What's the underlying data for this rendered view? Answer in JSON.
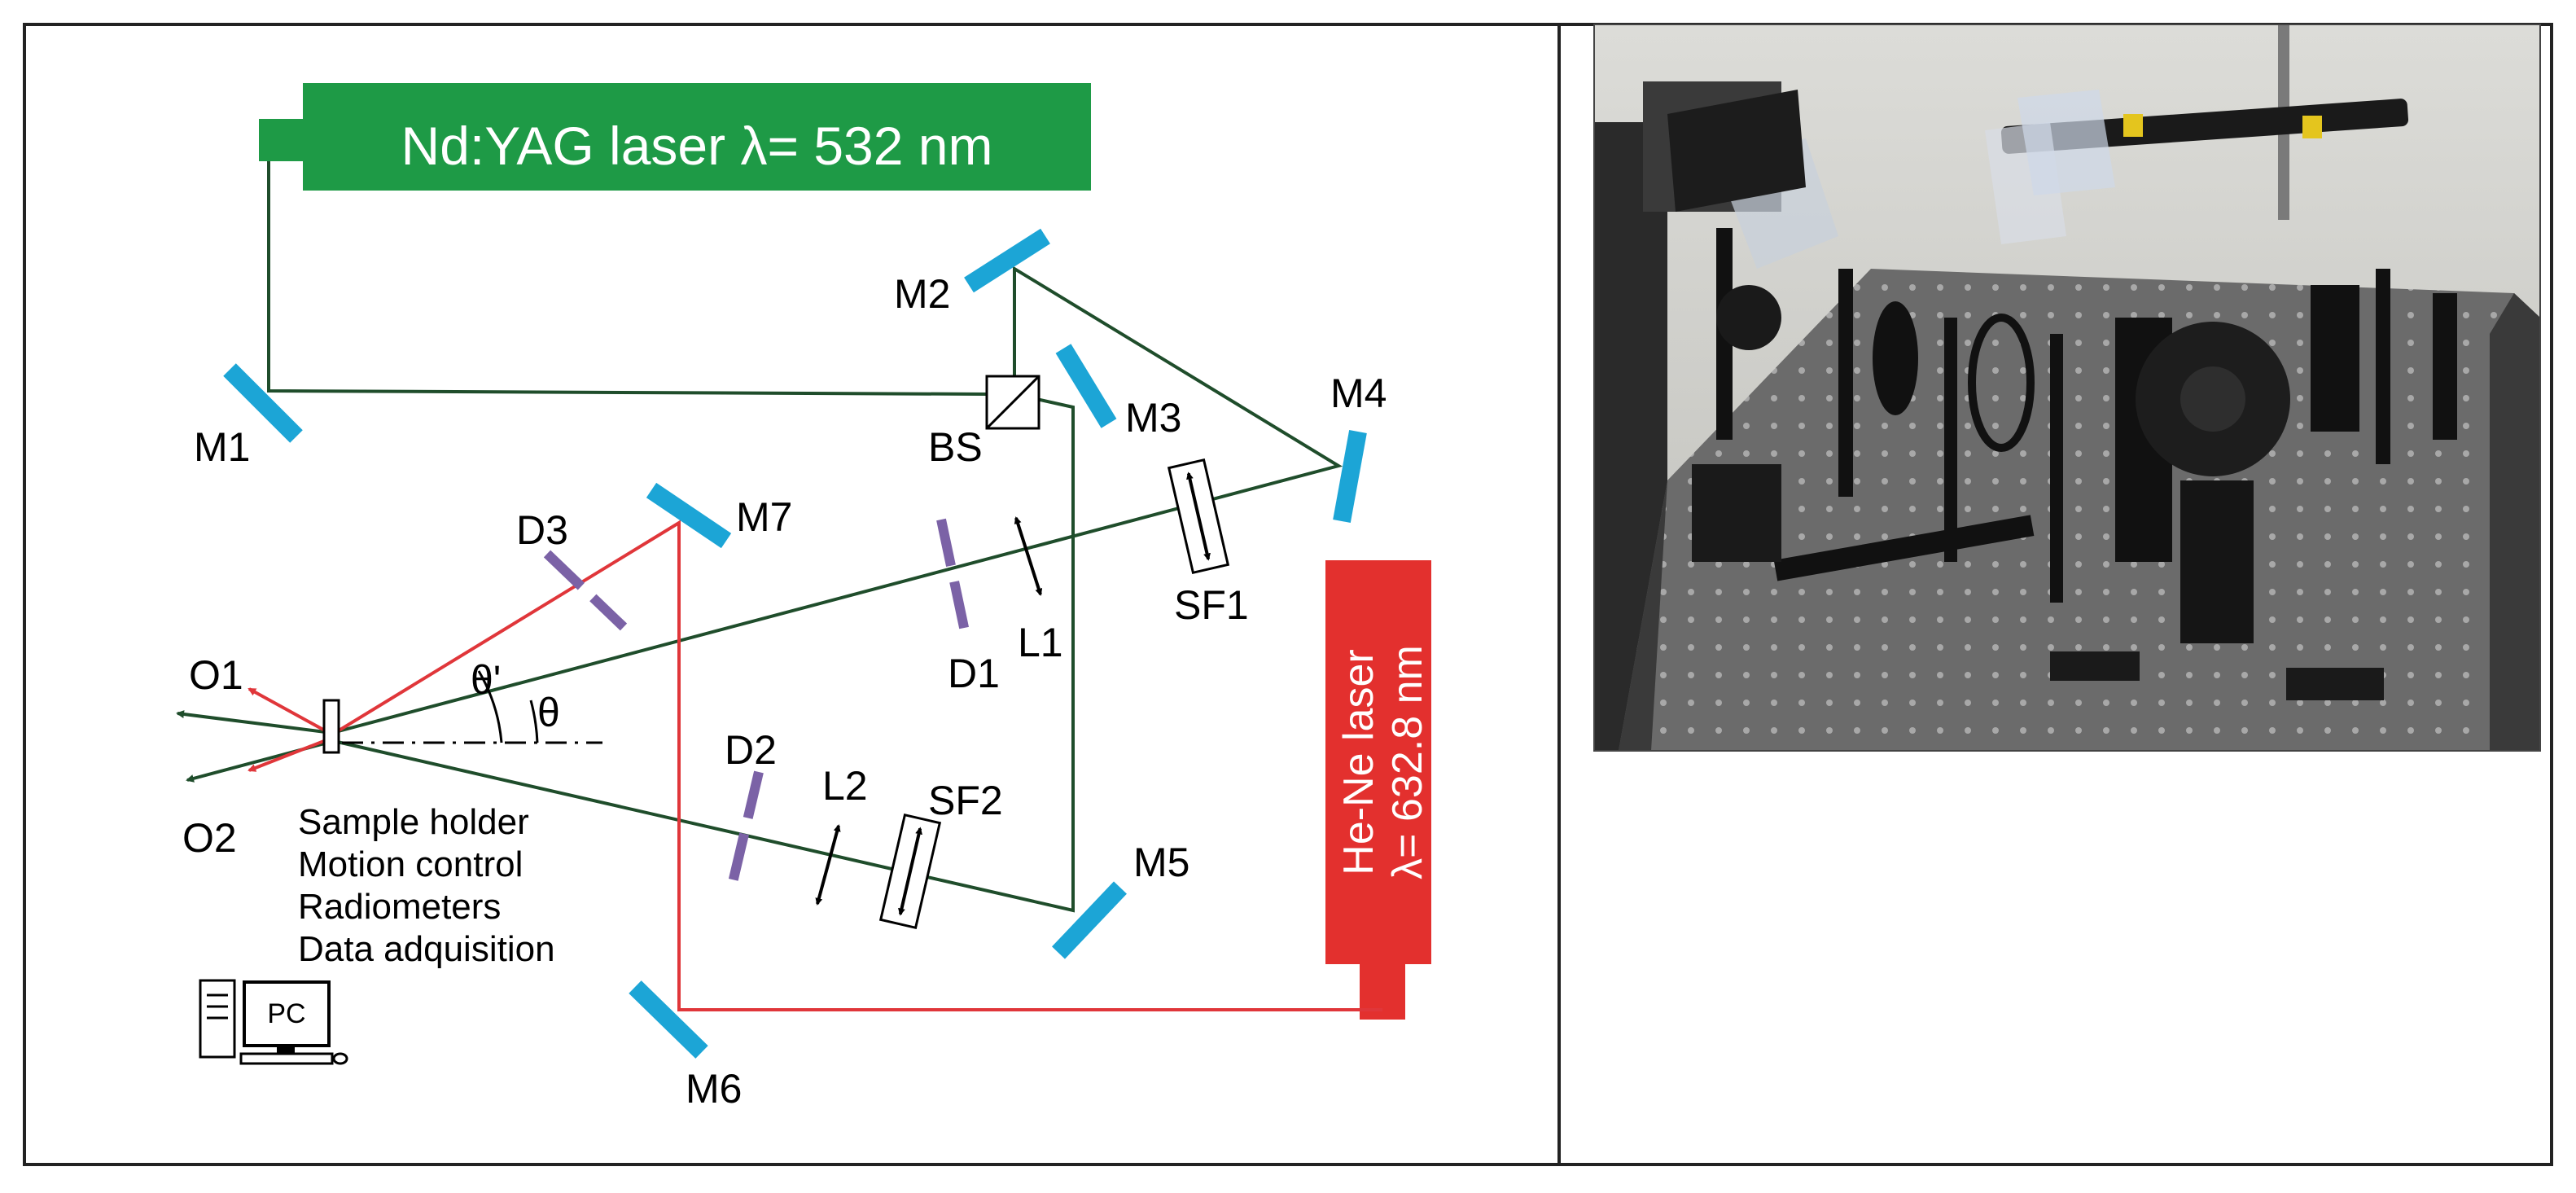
{
  "colors": {
    "mirror": "#1ca5d6",
    "filter": "#7b62a6",
    "green_beam": "#1f4d2b",
    "red_beam": "#e0363a",
    "yag_laser": "#1e9a46",
    "hene_laser": "#e3302e",
    "border": "#222222"
  },
  "laser": {
    "yag_label": "Nd:YAG laser λ= 532 nm",
    "hene_line1": "He-Ne laser",
    "hene_line2": "λ= 632.8 nm"
  },
  "labels": {
    "m1": "M1",
    "m2": "M2",
    "m3": "M3",
    "m4": "M4",
    "m5": "M5",
    "m6": "M6",
    "m7": "M7",
    "bs": "BS",
    "d1": "D1",
    "d2": "D2",
    "d3": "D3",
    "l1": "L1",
    "l2": "L2",
    "sf1": "SF1",
    "sf2": "SF2",
    "o1": "O1",
    "o2": "O2",
    "theta": "θ",
    "theta_prime": "θ'",
    "pc": "PC"
  },
  "sample_info": [
    "Sample holder",
    "Motion control",
    "Radiometers",
    "Data adquisition"
  ],
  "photo": {
    "description_icon": "optical-bench-photo"
  }
}
